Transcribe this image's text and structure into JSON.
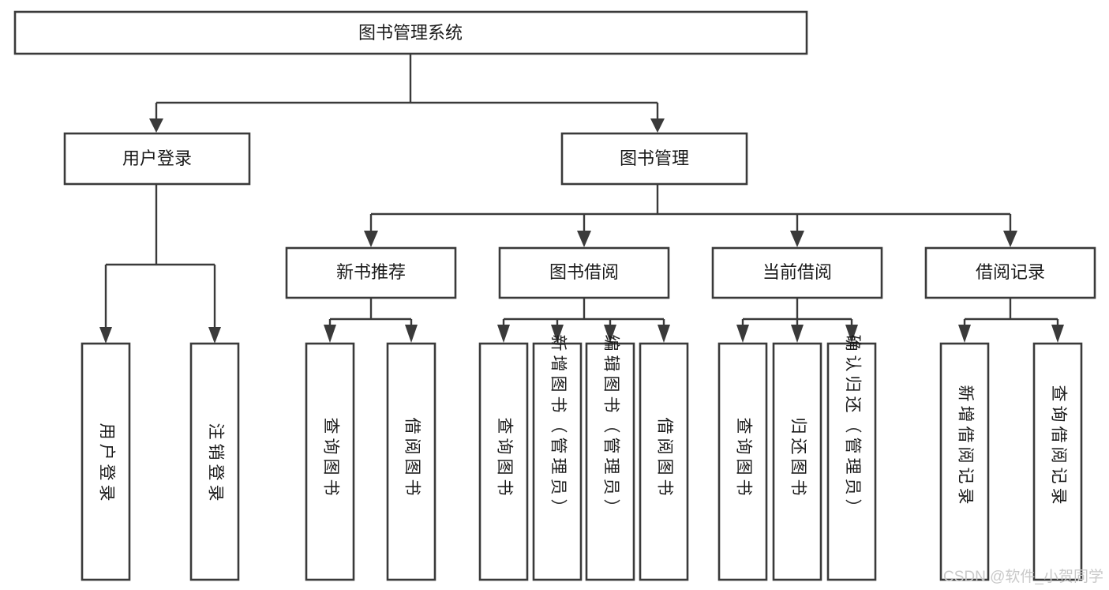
{
  "diagram": {
    "type": "tree-hierarchy-chart",
    "title_text": "图书管理系统",
    "watermark": "CSDN @软件_小贺同学",
    "colors": {
      "box_stroke": "#3a3a3a",
      "box_fill": "#ffffff",
      "text": "#1a1a1a",
      "connector": "#3a3a3a",
      "watermark": "#c9c9c9",
      "background": "#ffffff"
    },
    "levels": {
      "root": {
        "label": "图书管理系统"
      },
      "level2": [
        {
          "label": "用户登录"
        },
        {
          "label": "图书管理"
        }
      ],
      "level3": [
        {
          "label": "新书推荐"
        },
        {
          "label": "图书借阅"
        },
        {
          "label": "当前借阅"
        },
        {
          "label": "借阅记录"
        }
      ],
      "leaves_user_login": [
        {
          "label": "用户登录"
        },
        {
          "label": "注销登录"
        }
      ],
      "leaves_new_book": [
        {
          "label": "查询图书"
        },
        {
          "label": "借阅图书"
        }
      ],
      "leaves_borrow": [
        {
          "label": "查询图书"
        },
        {
          "label": "新增图书（管理员）"
        },
        {
          "label": "编辑图书（管理员）"
        },
        {
          "label": "借阅图书"
        }
      ],
      "leaves_current": [
        {
          "label": "查询图书"
        },
        {
          "label": "归还图书"
        },
        {
          "label": "确认归还（管理员）"
        }
      ],
      "leaves_record": [
        {
          "label": "新增借阅记录"
        },
        {
          "label": "查询借阅记录"
        }
      ]
    }
  }
}
